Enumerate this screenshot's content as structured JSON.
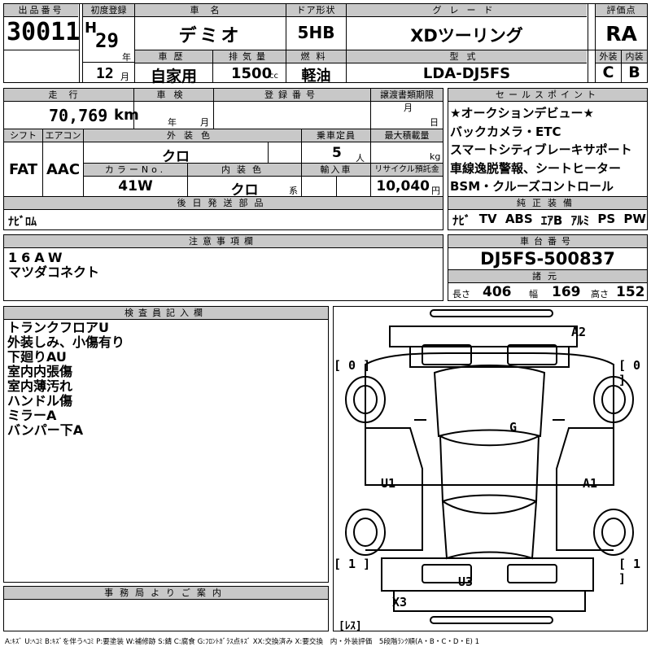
{
  "header": {
    "lot_no_label": "出品番号",
    "lot_no": "30011",
    "first_reg_label": "初度登録",
    "era": "H",
    "year": "29",
    "year_unit": "年",
    "month": "12",
    "month_unit": "月",
    "car_name_label": "車名",
    "car_name": "デミオ",
    "history_label": "車歴",
    "history": "自家用",
    "displacement_label": "排気量",
    "displacement": "1500",
    "displacement_unit": "cc",
    "door_label": "ドア形状",
    "door": "5HB",
    "fuel_label": "燃料",
    "fuel": "軽油",
    "grade_label": "グレード",
    "grade": "XDツーリング",
    "model_label": "型式",
    "model": "LDA-DJ5FS",
    "score_label": "評価点",
    "score": "RA",
    "exterior_label": "外装",
    "exterior": "C",
    "interior_label": "内装",
    "interior": "B"
  },
  "row2": {
    "mileage_label": "走行",
    "mileage": "70,769",
    "mileage_unit": "km",
    "inspection_label": "車検",
    "inspection_year_unit": "年",
    "inspection_month_unit": "月",
    "reg_no_label": "登録番号",
    "transfer_label": "譲渡書類期限",
    "transfer_month_unit": "月",
    "transfer_day_unit": "日",
    "shift_label": "シフト",
    "shift": "FAT",
    "ac_label": "エアコン",
    "ac": "AAC",
    "ext_color_label": "外装色",
    "ext_color": "クロ",
    "capacity_label": "乗車定員",
    "capacity": "5",
    "capacity_unit": "人",
    "max_load_label": "最大積載量",
    "max_load_unit": "kg",
    "color_no_label": "カラーNo.",
    "color_no": "41W",
    "int_color_label": "内装色",
    "int_color": "クロ",
    "int_color_unit": "系",
    "import_label": "輸入車",
    "recycle_label": "リサイクル預託金",
    "recycle": "10,040",
    "recycle_unit": "円",
    "later_parts_label": "後日発送部品",
    "later_parts": "ﾅﾋﾞﾛﾑ"
  },
  "sales_points": {
    "label": "セールスポイント",
    "lines": [
      "★オークションデビュー★",
      "バックカメラ・ETC",
      "スマートシティブレーキサポート",
      "車線逸脱警報、シートヒーター",
      "BSM・クルーズコントロール"
    ]
  },
  "equipment": {
    "label": "純正装備",
    "items": [
      "ﾅﾋﾞ",
      "TV",
      "ABS",
      "ｴｱB",
      "ｱﾙﾐ",
      "PS",
      "PW"
    ]
  },
  "notes": {
    "label": "注意事項欄",
    "lines": [
      "16AW",
      "マツダコネクト"
    ]
  },
  "chassis": {
    "label": "車台番号",
    "value": "DJ5FS-500837",
    "dims_label": "諸元",
    "length_label": "長さ",
    "length": "406",
    "width_label": "幅",
    "width": "169",
    "height_label": "高さ",
    "height": "152"
  },
  "inspector": {
    "label": "検査員記入欄",
    "lines": [
      "トランクフロアU",
      "外装しみ、小傷有り",
      "下廻りAU",
      "室内内張傷",
      "室内薄汚れ",
      "ハンドル傷",
      "ミラーA",
      "バンパー下A"
    ]
  },
  "office": {
    "label": "事務局よりご案内"
  },
  "diagram": {
    "marks": {
      "A2": "A2",
      "G": "G",
      "U1": "U1",
      "A1": "A1",
      "U3": "U3",
      "X3": "X3"
    },
    "tl": "[ 0 ]",
    "tr": "[ 0 ]",
    "bl": "[ 1 ]",
    "br": "[ 1 ]",
    "res": "[ﾚｽ]"
  },
  "footer": {
    "legend": "A:ｷｽﾞ U:ﾍｺﾐ B:ｷｽﾞを伴うﾍｺﾐ P:要塗装 W:補修跡 S:錆 C:腐食 G:ﾌﾛﾝﾄｶﾞﾗｽ点ｷｽﾞ XX:交換済み X:要交換　内・外装評価　5段階ﾗﾝｸ順(A・B・C・D・E) 1"
  }
}
